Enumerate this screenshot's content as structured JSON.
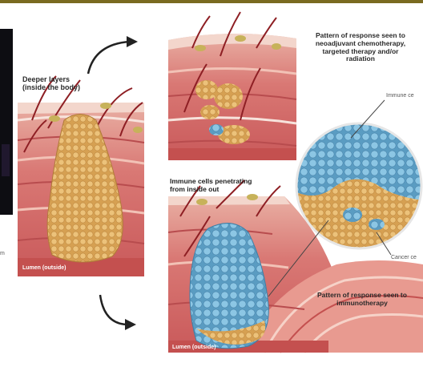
{
  "labels": {
    "deeper_layers_line1": "Deeper layers",
    "deeper_layers_line2": "(inside the body)",
    "lumen_left": "Lumen (outside)",
    "lumen_bottom": "Lumen (outside)",
    "immune_penetrating_line1": "Immune cells penetrating",
    "immune_penetrating_line2": "from inside out",
    "chemo_pattern_line1": "Pattern of response seen to",
    "chemo_pattern_line2": "neoadjuvant chemotherapy,",
    "chemo_pattern_line3": "targeted therapy and/or",
    "chemo_pattern_line4": "radiation",
    "immuno_pattern_line1": "Pattern of response seen to",
    "immuno_pattern_line2": "immunotherapy",
    "immune_cells_callout": "Immune ce",
    "cancer_cells_callout": "Cancer ce",
    "left_edge_fragment": "m"
  },
  "colors": {
    "tissue": "#d9726f",
    "tissue_light": "#f0b5a8",
    "tumor": "#e2b062",
    "immune": "#78b8d8",
    "vessel": "#8e1f24",
    "nerve": "#b8a640"
  }
}
